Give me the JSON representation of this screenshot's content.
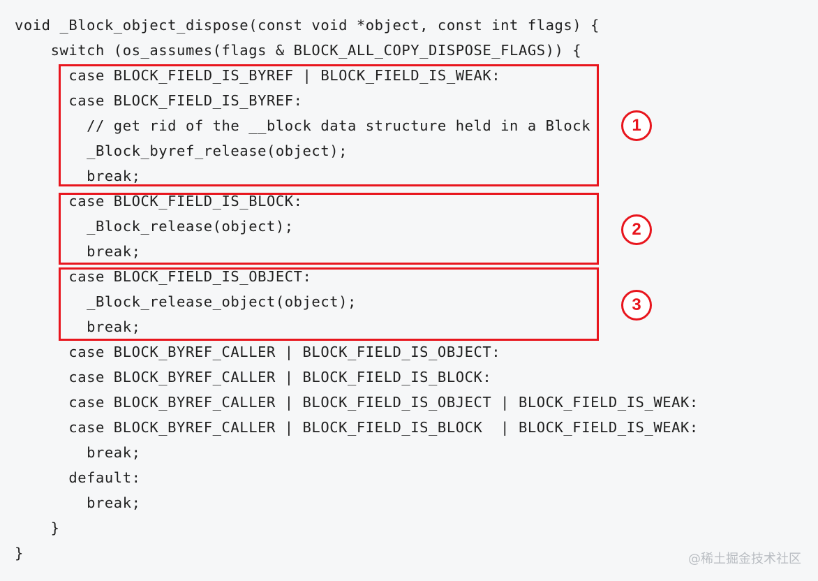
{
  "code": {
    "lines": [
      "void _Block_object_dispose(const void *object, const int flags) {",
      "    switch (os_assumes(flags & BLOCK_ALL_COPY_DISPOSE_FLAGS)) {",
      "      case BLOCK_FIELD_IS_BYREF | BLOCK_FIELD_IS_WEAK:",
      "      case BLOCK_FIELD_IS_BYREF:",
      "        // get rid of the __block data structure held in a Block",
      "        _Block_byref_release(object);",
      "        break;",
      "      case BLOCK_FIELD_IS_BLOCK:",
      "        _Block_release(object);",
      "        break;",
      "      case BLOCK_FIELD_IS_OBJECT:",
      "        _Block_release_object(object);",
      "        break;",
      "      case BLOCK_BYREF_CALLER | BLOCK_FIELD_IS_OBJECT:",
      "      case BLOCK_BYREF_CALLER | BLOCK_FIELD_IS_BLOCK:",
      "      case BLOCK_BYREF_CALLER | BLOCK_FIELD_IS_OBJECT | BLOCK_FIELD_IS_WEAK:",
      "      case BLOCK_BYREF_CALLER | BLOCK_FIELD_IS_BLOCK  | BLOCK_FIELD_IS_WEAK:",
      "        break;",
      "      default:",
      "        break;",
      "    }",
      "}"
    ]
  },
  "annotations": {
    "color": "#e8151d",
    "callouts": [
      "1",
      "2",
      "3"
    ]
  },
  "watermark": {
    "text": "@稀土掘金技术社区"
  }
}
